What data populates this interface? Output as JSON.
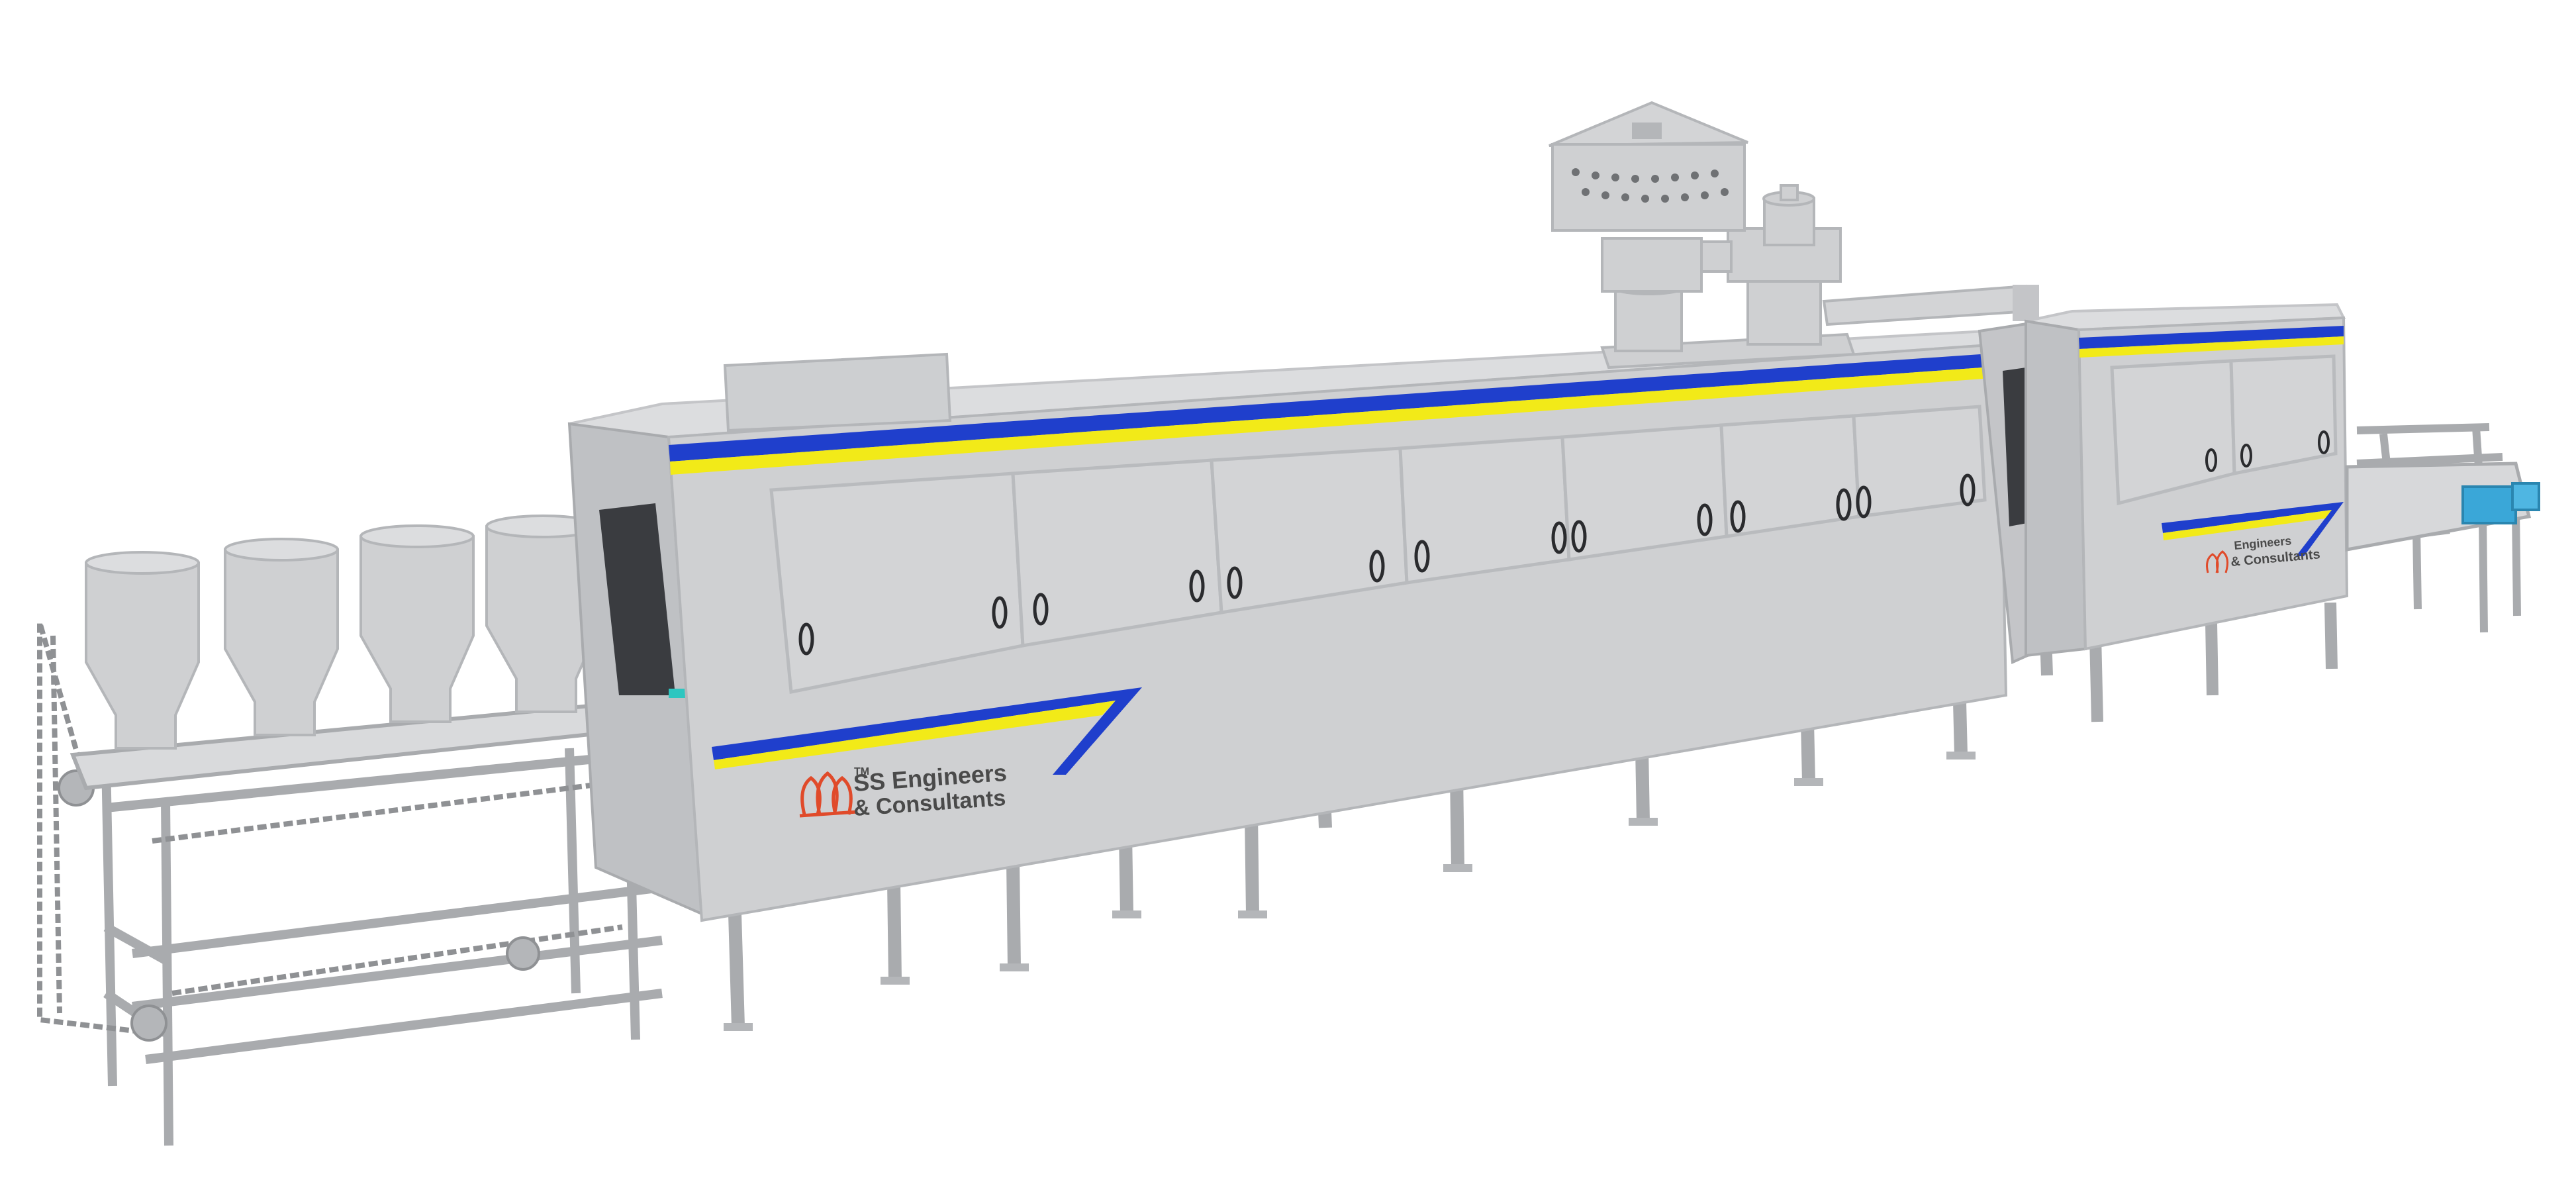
{
  "image": {
    "subject": "industrial-tunnel-machine-render",
    "background_color": "#ffffff",
    "colors": {
      "body_steel": "#cfd0d2",
      "body_steel_dark": "#b4b6b9",
      "frame_steel": "#a9abae",
      "stripe_blue": "#1f3fcc",
      "stripe_yellow": "#f2ea18",
      "logo_red": "#e04a2a",
      "motor_blue": "#3aa7d8",
      "accent_teal": "#2ec6c0"
    }
  },
  "branding": {
    "main_unit": {
      "trademark": "TM",
      "line1": "SS Engineers",
      "line2": "& Consultants"
    },
    "secondary_unit": {
      "line1": "Engineers",
      "line2": "& Consultants"
    }
  }
}
